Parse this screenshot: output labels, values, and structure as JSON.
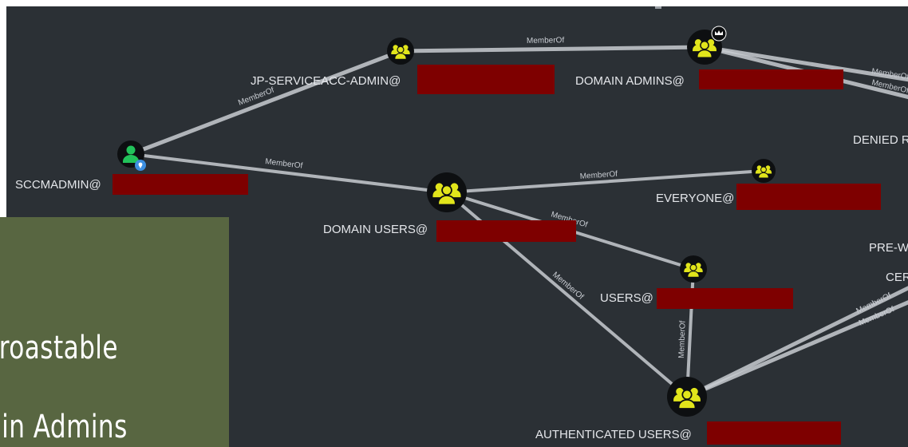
{
  "graph": {
    "nodes": [
      {
        "id": "sccmadmin",
        "label": "SCCMADMIN@",
        "kind": "user",
        "icon": "user-icon",
        "badge": "location-pin-icon"
      },
      {
        "id": "jp-serviceacc-admin",
        "label": "JP-SERVICEACC-ADMIN@",
        "kind": "group",
        "icon": "group-icon"
      },
      {
        "id": "domain-admins",
        "label": "DOMAIN ADMINS@",
        "kind": "group",
        "icon": "group-icon",
        "badge": "crown-icon"
      },
      {
        "id": "domain-users",
        "label": "DOMAIN USERS@",
        "kind": "group",
        "icon": "group-icon"
      },
      {
        "id": "everyone",
        "label": "EVERYONE@",
        "kind": "group",
        "icon": "group-icon"
      },
      {
        "id": "users",
        "label": "USERS@",
        "kind": "group",
        "icon": "group-icon"
      },
      {
        "id": "authenticated-users",
        "label": "AUTHENTICATED USERS@",
        "kind": "group",
        "icon": "group-icon"
      },
      {
        "id": "denied",
        "label": "DENIED R",
        "kind": "partial"
      },
      {
        "id": "pre-w",
        "label": "PRE-W",
        "kind": "partial"
      },
      {
        "id": "cer",
        "label": "CER",
        "kind": "partial"
      }
    ],
    "edges": [
      {
        "from": "sccmadmin",
        "to": "jp-serviceacc-admin",
        "label": "MemberOf"
      },
      {
        "from": "sccmadmin",
        "to": "domain-users",
        "label": "MemberOf"
      },
      {
        "from": "jp-serviceacc-admin",
        "to": "domain-admins",
        "label": "MemberOf"
      },
      {
        "from": "domain-users",
        "to": "everyone",
        "label": "MemberOf"
      },
      {
        "from": "domain-users",
        "to": "users",
        "label": "MemberOf"
      },
      {
        "from": "domain-users",
        "to": "authenticated-users",
        "label": "MemberOf"
      },
      {
        "from": "authenticated-users",
        "to": "users",
        "label": "MemberOf"
      },
      {
        "from": "domain-admins",
        "to": "off-right-1",
        "label": "MemberOf"
      },
      {
        "from": "domain-admins",
        "to": "off-right-2",
        "label": "MemberOf"
      },
      {
        "from": "authenticated-users",
        "to": "off-right-3",
        "label": "MemberOf"
      },
      {
        "from": "authenticated-users",
        "to": "off-right-4",
        "label": "MemberOf"
      }
    ]
  },
  "overlay": {
    "lines": [
      "berberoastable",
      "Domain Admins"
    ]
  },
  "colors": {
    "canvas_bg": "#2b3035",
    "node_icon_fill": "#e1e51b",
    "user_icon_fill": "#22c25a",
    "node_disc": "#0d0f11",
    "edge": "#c8ccd1",
    "redaction": "#7e0000",
    "overlay_bg": "#586641"
  }
}
